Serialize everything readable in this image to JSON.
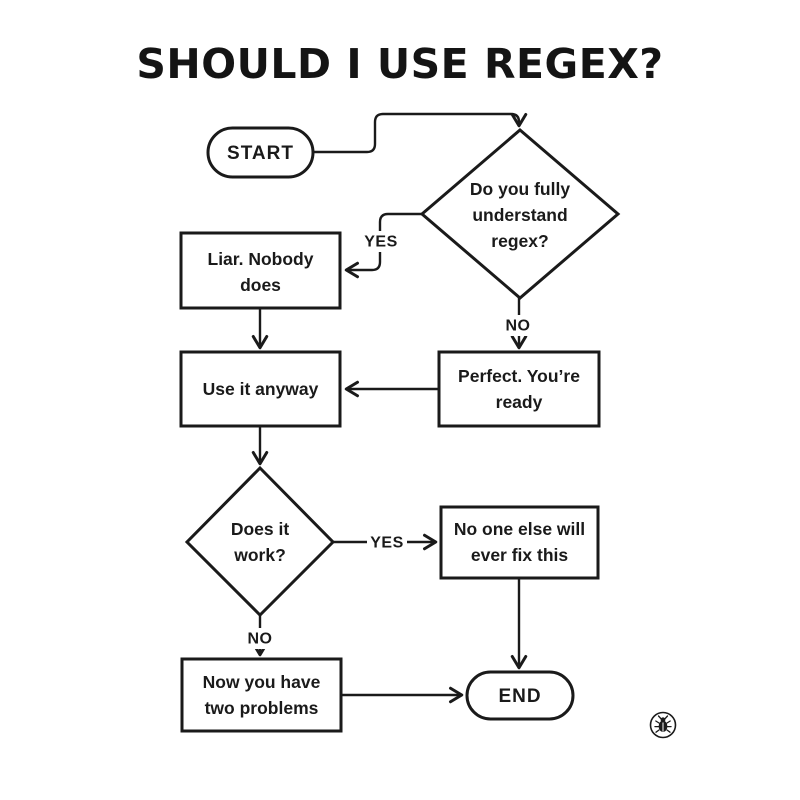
{
  "title": "SHOULD I USE REGEX?",
  "colors": {
    "background": "#ffffff",
    "line": "#1a1a1a",
    "text": "#1a1a1a"
  },
  "nodes": {
    "start": {
      "shape": "stadium",
      "label": "START"
    },
    "understand_regex": {
      "shape": "diamond",
      "lines": [
        "Do you fully",
        "understand",
        "regex?"
      ]
    },
    "liar": {
      "shape": "rect",
      "lines": [
        "Liar. Nobody",
        "does"
      ]
    },
    "use_it_anyway": {
      "shape": "rect",
      "lines": [
        "Use it anyway"
      ]
    },
    "perfect_ready": {
      "shape": "rect",
      "lines": [
        "Perfect. You’re",
        "ready"
      ]
    },
    "does_it_work": {
      "shape": "diamond",
      "lines": [
        "Does it",
        "work?"
      ]
    },
    "no_one_else": {
      "shape": "rect",
      "lines": [
        "No one else will",
        "ever fix this"
      ]
    },
    "two_problems": {
      "shape": "rect",
      "lines": [
        "Now you have",
        "two problems"
      ]
    },
    "end": {
      "shape": "stadium",
      "label": "END"
    }
  },
  "edge_labels": {
    "understand_yes": "YES",
    "understand_no": "NO",
    "work_yes": "YES",
    "work_no": "NO"
  },
  "icons": {
    "watermark": "bug-icon"
  }
}
